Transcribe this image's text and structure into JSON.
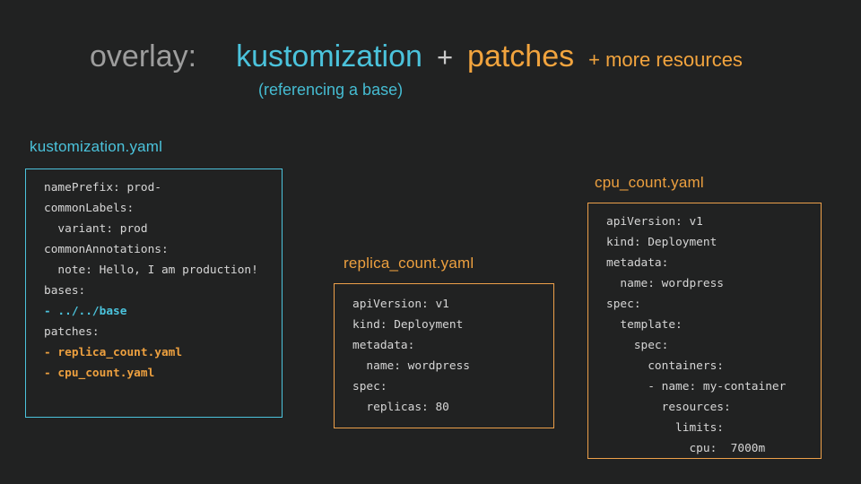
{
  "slide": {
    "title": {
      "overlay": "overlay:",
      "kustomization": "kustomization",
      "plus": "+",
      "patches": "patches",
      "more_resources": "+ more resources",
      "subtitle": "(referencing a base)"
    },
    "colors": {
      "background": "#212222",
      "cyan_accent": "#4bc3dc",
      "orange_accent": "#eda03f",
      "title_gray": "#9d9d9d",
      "code_text": "#d6d6d6"
    },
    "boxes": [
      {
        "label": "kustomization.yaml",
        "accent": "cyan",
        "lines": [
          {
            "text": "namePrefix: prod-",
            "color": "default"
          },
          {
            "text": "commonLabels:",
            "color": "default"
          },
          {
            "text": "  variant: prod",
            "color": "default"
          },
          {
            "text": "commonAnnotations:",
            "color": "default"
          },
          {
            "text": "  note: Hello, I am production!",
            "color": "default"
          },
          {
            "text": "bases:",
            "color": "default"
          },
          {
            "text": "- ../../base",
            "color": "cyan"
          },
          {
            "text": "patches:",
            "color": "default"
          },
          {
            "text": "- replica_count.yaml",
            "color": "orange"
          },
          {
            "text": "- cpu_count.yaml",
            "color": "orange"
          }
        ]
      },
      {
        "label": "replica_count.yaml",
        "accent": "orange",
        "lines": [
          {
            "text": "apiVersion: v1",
            "color": "default"
          },
          {
            "text": "kind: Deployment",
            "color": "default"
          },
          {
            "text": "metadata:",
            "color": "default"
          },
          {
            "text": "  name: wordpress",
            "color": "default"
          },
          {
            "text": "spec:",
            "color": "default"
          },
          {
            "text": "  replicas: 80",
            "color": "default"
          }
        ]
      },
      {
        "label": "cpu_count.yaml",
        "accent": "orange",
        "lines": [
          {
            "text": "apiVersion: v1",
            "color": "default"
          },
          {
            "text": "kind: Deployment",
            "color": "default"
          },
          {
            "text": "metadata:",
            "color": "default"
          },
          {
            "text": "  name: wordpress",
            "color": "default"
          },
          {
            "text": "spec:",
            "color": "default"
          },
          {
            "text": "  template:",
            "color": "default"
          },
          {
            "text": "    spec:",
            "color": "default"
          },
          {
            "text": "      containers:",
            "color": "default"
          },
          {
            "text": "      - name: my-container",
            "color": "default"
          },
          {
            "text": "        resources:",
            "color": "default"
          },
          {
            "text": "          limits:",
            "color": "default"
          },
          {
            "text": "            cpu:  7000m",
            "color": "default"
          }
        ]
      }
    ]
  }
}
